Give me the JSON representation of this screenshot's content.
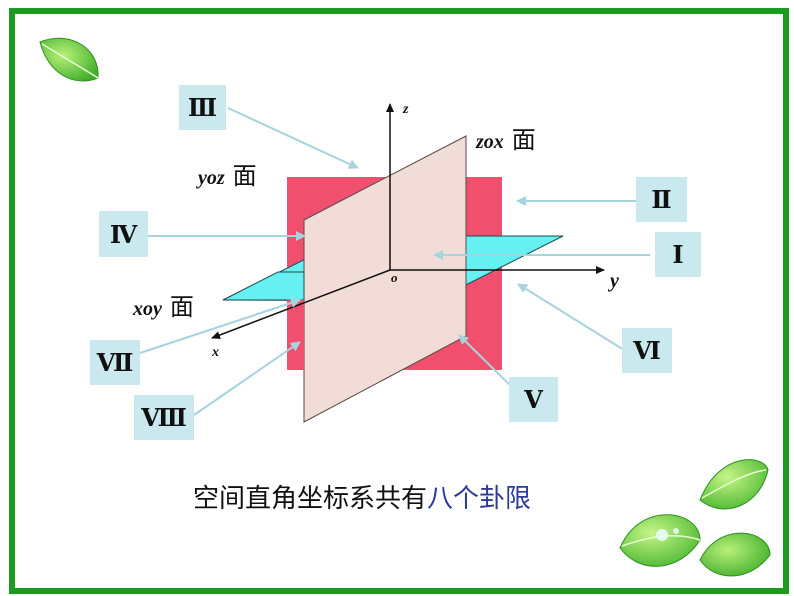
{
  "planes": {
    "xoy": {
      "name": "xoy",
      "char": "面"
    },
    "yoz": {
      "name": "yoz",
      "char": "面"
    },
    "zox": {
      "name": "zox",
      "char": "面"
    }
  },
  "axes": {
    "x": "x",
    "y": "y",
    "z": "z",
    "origin": "o"
  },
  "octants": {
    "I": "Ⅰ",
    "II": "Ⅱ",
    "III": "Ⅲ",
    "IV": "Ⅳ",
    "V": "Ⅴ",
    "VI": "Ⅵ",
    "VII": "Ⅶ",
    "VIII": "Ⅷ"
  },
  "caption": {
    "text": "空间直角坐标系共有",
    "highlight": "八个卦限"
  },
  "colors": {
    "frame": "#1c9b21",
    "xoz_plane": "#f0506e",
    "yoz_plane": "#f1dcd7",
    "xoy_plane": "#66f0f2",
    "label_box": "#c9e9ee",
    "leader_line": "#a6d4dc",
    "highlight_text": "#2d3a9c"
  }
}
